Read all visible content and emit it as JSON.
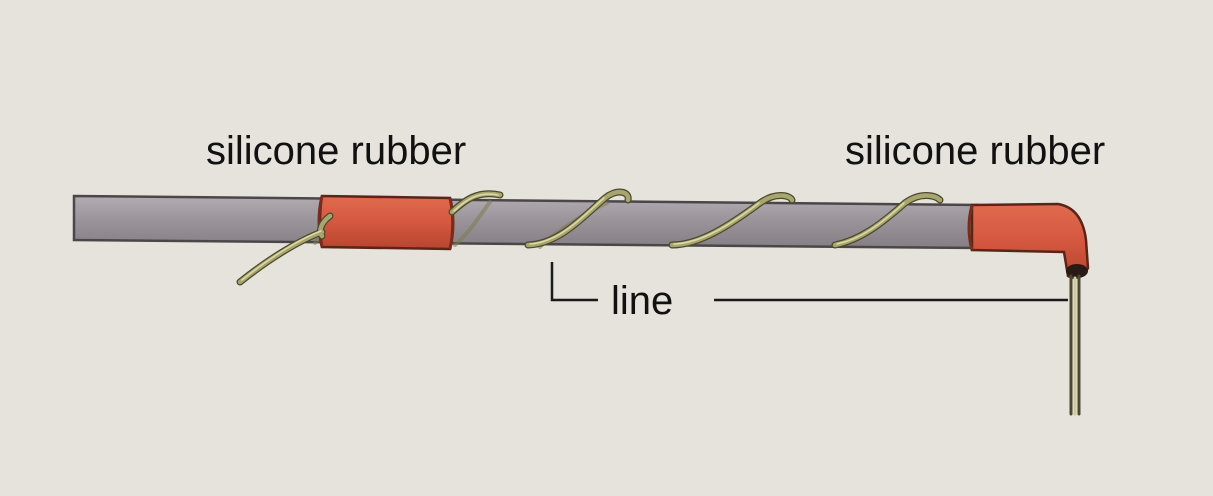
{
  "labels": {
    "left_rubber": "silicone rubber",
    "right_rubber": "silicone rubber",
    "wire": "line"
  },
  "colors": {
    "background": "#e6e3dc",
    "rod": "#9a9299",
    "rod_edge": "#4b4648",
    "rubber": "#d4583f",
    "rubber_dark": "#a83a28",
    "wire": "#8d8b5a",
    "wire_light": "#d6d2a0",
    "leader": "#1a1a1a"
  }
}
